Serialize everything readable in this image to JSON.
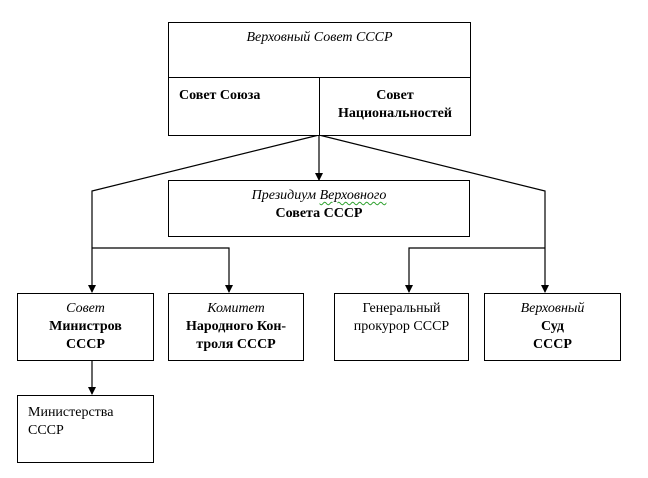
{
  "diagram": {
    "supreme_soviet": {
      "title": "Верховный Совет СССР",
      "chambers": [
        {
          "label": "Совет Союза"
        },
        {
          "line1": "Совет",
          "line2": "Национальностей"
        }
      ]
    },
    "presidium": {
      "line1_part1": "Президиум ",
      "line1_part2": "Верховного",
      "line2": "Совета СССР"
    },
    "council_of_ministers": {
      "line1": "Совет",
      "line2": "Министров",
      "line3": "СССР"
    },
    "people_control": {
      "line1": "Комитет",
      "line2": "Народного Кон-",
      "line3": "троля СССР"
    },
    "prosecutor": {
      "line1": "Генеральный",
      "line2": "прокурор СССР"
    },
    "supreme_court": {
      "line1": "Верховный",
      "line2": "Суд",
      "line3": "СССР"
    },
    "ministries": {
      "line1": "Министерства",
      "line2": "СССР"
    }
  }
}
